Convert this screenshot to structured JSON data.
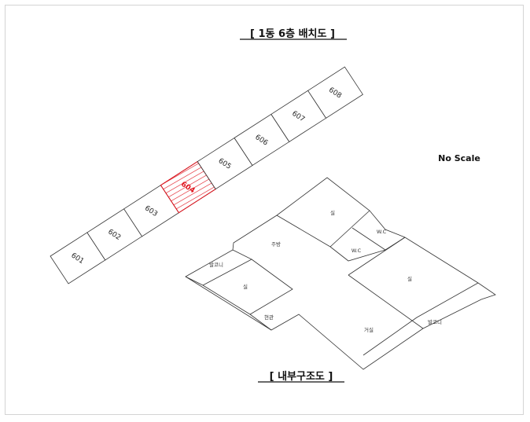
{
  "header": {
    "title": "[ 1동 6층 배치도 ]",
    "scale_note": "No Scale"
  },
  "floor_plan": {
    "units": [
      {
        "label": "601",
        "highlight": false
      },
      {
        "label": "602",
        "highlight": false
      },
      {
        "label": "603",
        "highlight": false
      },
      {
        "label": "604",
        "highlight": true
      },
      {
        "label": "605",
        "highlight": false
      },
      {
        "label": "606",
        "highlight": false
      },
      {
        "label": "607",
        "highlight": false
      },
      {
        "label": "608",
        "highlight": false
      }
    ],
    "highlight_color": "#e0101a"
  },
  "interior": {
    "title": "[ 내부구조도 ]",
    "rooms": {
      "room_top": "실",
      "wc_1": "W.C",
      "wc_2": "W.C",
      "kitchen": "주방",
      "room_left": "실",
      "balcony_left": "발코니",
      "entrance": "현관",
      "room_right": "실",
      "living": "거실",
      "balcony_right": "발코니"
    }
  }
}
